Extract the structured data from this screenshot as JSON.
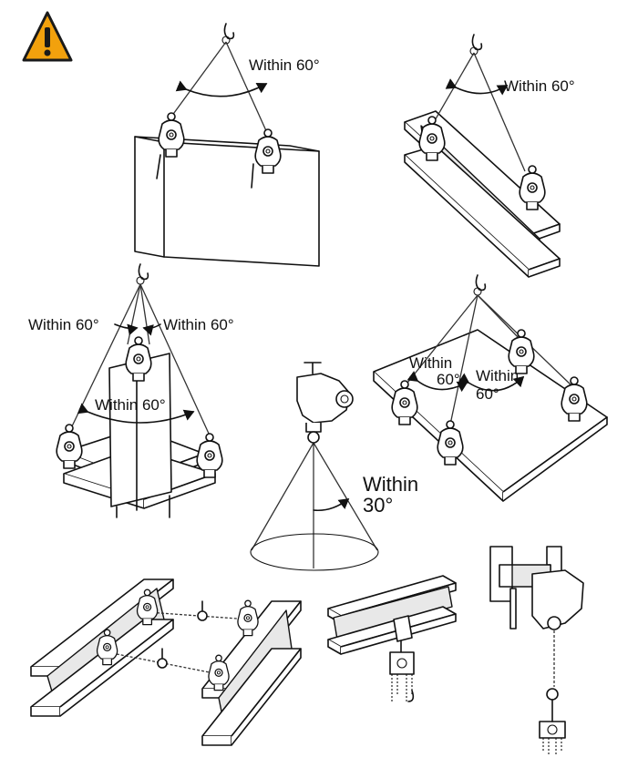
{
  "warning": {
    "icon": "warning-triangle-icon",
    "color": "#f2a10d"
  },
  "panels": [
    {
      "name": "plate-lift-two-clamps",
      "angle_label": "Within 60°"
    },
    {
      "name": "beam-lift-two-clamps",
      "angle_label": "Within 60°"
    },
    {
      "name": "angle-assembly-four-clamps",
      "angle_labels": [
        "Within 60°",
        "Within 60°",
        "Within 60°"
      ]
    },
    {
      "name": "single-clamp-cone",
      "angle_label_line1": "Within",
      "angle_label_line2": "30°"
    },
    {
      "name": "plate-lift-four-clamps",
      "angle_labels_line1": [
        "Within",
        "Within"
      ],
      "angle_labels_line2": [
        "60°",
        "60°"
      ]
    },
    {
      "name": "beam-pulling-turnbuckles"
    },
    {
      "name": "beam-hoist-hanging"
    },
    {
      "name": "column-hoist-hanging"
    }
  ]
}
